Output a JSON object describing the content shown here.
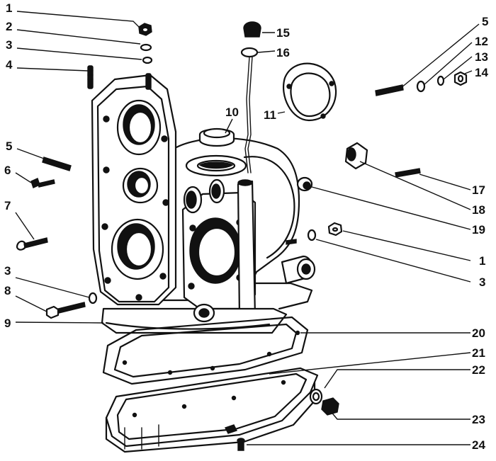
{
  "diagram": {
    "callouts": [
      {
        "id": "c1",
        "text": "1"
      },
      {
        "id": "c2",
        "text": "2"
      },
      {
        "id": "c3",
        "text": "3"
      },
      {
        "id": "c4",
        "text": "4"
      },
      {
        "id": "c5a",
        "text": "5"
      },
      {
        "id": "c6",
        "text": "6"
      },
      {
        "id": "c7",
        "text": "7"
      },
      {
        "id": "c3b",
        "text": "3"
      },
      {
        "id": "c8",
        "text": "8"
      },
      {
        "id": "c9",
        "text": "9"
      },
      {
        "id": "c10",
        "text": "10"
      },
      {
        "id": "c11",
        "text": "11"
      },
      {
        "id": "c15",
        "text": "15"
      },
      {
        "id": "c16",
        "text": "16"
      },
      {
        "id": "c5b",
        "text": "5"
      },
      {
        "id": "c12",
        "text": "12"
      },
      {
        "id": "c13",
        "text": "13"
      },
      {
        "id": "c14",
        "text": "14"
      },
      {
        "id": "c17",
        "text": "17"
      },
      {
        "id": "c18",
        "text": "18"
      },
      {
        "id": "c19",
        "text": "19"
      },
      {
        "id": "c1b",
        "text": "1"
      },
      {
        "id": "c3c",
        "text": "3"
      },
      {
        "id": "c20",
        "text": "20"
      },
      {
        "id": "c21",
        "text": "21"
      },
      {
        "id": "c22",
        "text": "22"
      },
      {
        "id": "c23",
        "text": "23"
      },
      {
        "id": "c24",
        "text": "24"
      }
    ]
  }
}
